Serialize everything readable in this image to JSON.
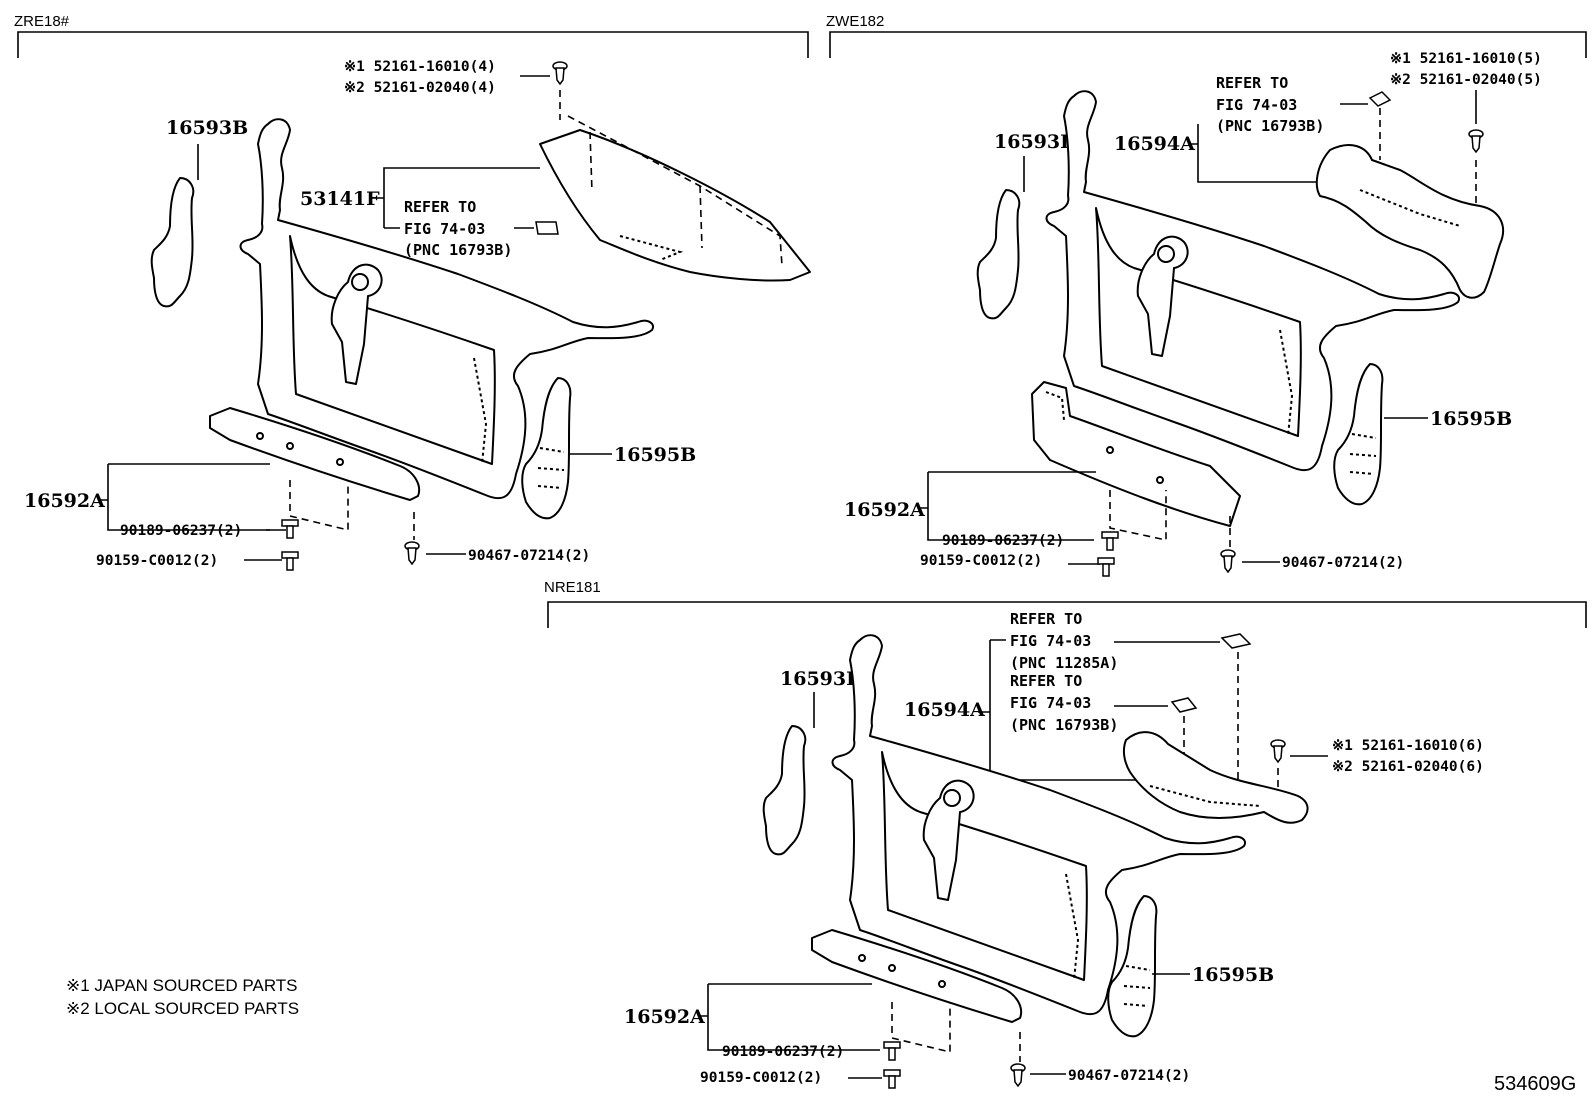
{
  "diagram_code": "534609G",
  "notes": [
    "※1  JAPAN SOURCED PARTS",
    "※2  LOCAL SOURCED PARTS"
  ],
  "groups": {
    "zre": {
      "variant": "ZRE18#",
      "clip_line1": "※1 52161-16010(4)",
      "clip_line2": "※2 52161-02040(4)",
      "p16593b": "16593B",
      "p53141f": "53141F",
      "ref1": "REFER TO",
      "ref2": "FIG 74-03",
      "ref3": "(PNC 16793B)",
      "p16595b": "16595B",
      "p16592a": "16592A",
      "b1": "90189-06237(2)",
      "b2": "90159-C0012(2)",
      "b3": "90467-07214(2)"
    },
    "zwe": {
      "variant": "ZWE182",
      "clip_line1": "※1 52161-16010(5)",
      "clip_line2": "※2 52161-02040(5)",
      "ref1": "REFER TO",
      "ref2": "FIG 74-03",
      "ref3": "(PNC 16793B)",
      "p16593b": "16593B",
      "p16594a": "16594A",
      "p16595b": "16595B",
      "p16592a": "16592A",
      "b1": "90189-06237(2)",
      "b2": "90159-C0012(2)",
      "b3": "90467-07214(2)"
    },
    "nre": {
      "variant": "NRE181",
      "refA1": "REFER TO",
      "refA2": "FIG 74-03",
      "refA3": "(PNC 11285A)",
      "refB1": "REFER TO",
      "refB2": "FIG 74-03",
      "refB3": "(PNC 16793B)",
      "p16593b": "16593B",
      "p16594a": "16594A",
      "clip_line1": "※1 52161-16010(6)",
      "clip_line2": "※2 52161-02040(6)",
      "p16595b": "16595B",
      "p16592a": "16592A",
      "b1": "90189-06237(2)",
      "b2": "90159-C0012(2)",
      "b3": "90467-07214(2)"
    }
  }
}
